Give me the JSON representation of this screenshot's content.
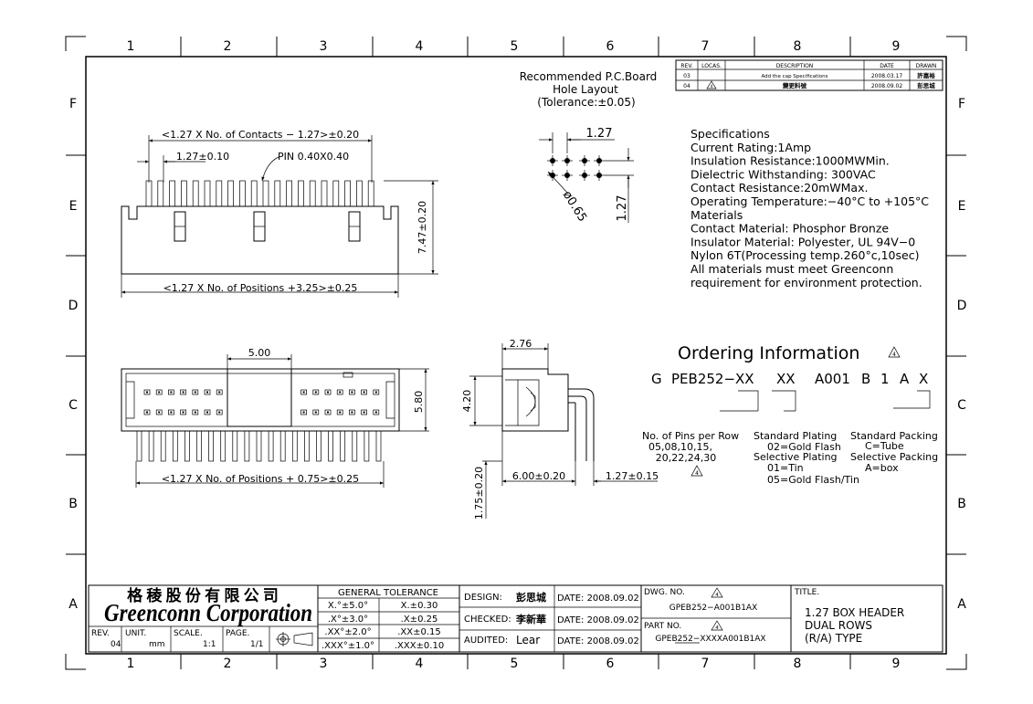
{
  "border": {
    "columns": [
      "1",
      "2",
      "3",
      "4",
      "5",
      "6",
      "7",
      "8",
      "9"
    ],
    "rows": [
      "F",
      "E",
      "D",
      "C",
      "B",
      "A"
    ]
  },
  "revision_table": {
    "headers": [
      "REV.",
      "LOCAS.",
      "DESCRIPTION",
      "DATE",
      "DRAWN"
    ],
    "rows": [
      {
        "rev": "03",
        "locas": "",
        "description": "Add the cap Specifications",
        "date": "2008.03.17",
        "drawn": "許嘉裕"
      },
      {
        "rev": "04",
        "locas": "4",
        "description": "變更料號",
        "date": "2008.09.02",
        "drawn": "彭思城"
      }
    ]
  },
  "pcb_layout": {
    "title_line1": "Recommended P.C.Board",
    "title_line2": "Hole Layout",
    "tolerance": "(Tolerance:±0.05)",
    "pitch_h": "1.27",
    "pitch_v": "1.27",
    "hole_dia": "ø0.65"
  },
  "specifications": {
    "lines": [
      "Specifications",
      "Current Rating:1Amp",
      "Insulation Resistance:1000MWMin.",
      "Dielectric Withstanding:  300VAC",
      "Contact Resistance:20mWMax.",
      "Operating Temperature:−40°C to +105°C",
      "Materials",
      "Contact Material: Phosphor Bronze",
      "Insulator Material: Polyester, UL 94V−0",
      "Nylon 6T(Processing temp.260°c,10sec)",
      "All materials must meet Greenconn",
      "requirement for environment protection."
    ]
  },
  "front_view": {
    "dim_contacts": "<1.27 X No. of Contacts − 1.27>±0.20",
    "dim_pitch": "1.27±0.10",
    "pin_note": "PIN 0.40X0.40",
    "dim_height": "7.47±0.20",
    "dim_positions": "<1.27 X No. of Positions +3.25>±0.25"
  },
  "top_view": {
    "dim_width": "5.00",
    "dim_depth": "5.80",
    "dim_positions": "<1.27 X No. of Positions + 0.75>±0.25"
  },
  "side_view": {
    "dim_top": "2.76",
    "dim_height": "4.20",
    "dim_length": "6.00±0.20",
    "dim_pitch": "1.27±0.15",
    "dim_tail": "1.75±0.20"
  },
  "ordering": {
    "title": "Ordering Information",
    "rev_mark": "4",
    "code_parts": [
      "G",
      "PEB252−XX",
      "XX",
      "A001",
      "B",
      "1",
      "A",
      "X"
    ],
    "pins_label": "No. of Pins per Row",
    "pins_values_1": "05,08,10,15,",
    "pins_values_2": "20,22,24,30",
    "pins_rev_mark": "4",
    "std_plating": "Standard Plating",
    "std_plating_val": "02=Gold Flash",
    "sel_plating": "Selective Plating",
    "sel_plating_val1": "01=Tin",
    "sel_plating_val2": "05=Gold Flash/Tin",
    "std_packing": "Standard Packing",
    "std_packing_val": "C=Tube",
    "sel_packing": "Selective Packing",
    "sel_packing_val": "A=box"
  },
  "title_block": {
    "company_cn": "格 稜 股 份 有 限 公 司",
    "company_en": "Greenconn Corporation",
    "rev_label": "REV.",
    "rev_value": "04",
    "unit_label": "UNIT.",
    "unit_value": "mm",
    "scale_label": "SCALE.",
    "scale_value": "1:1",
    "page_label": "PAGE.",
    "page_value": "1/1",
    "tolerance_title": "GENERAL  TOLERANCE",
    "tolerance": [
      [
        "X.°±5.0°",
        "X.±0.30"
      ],
      [
        ".X°±3.0°",
        ".X±0.25"
      ],
      [
        ".XX°±2.0°",
        ".XX±0.15"
      ],
      [
        ".XXX°±1.0°",
        ".XXX±0.10"
      ]
    ],
    "design_label": "DESIGN:",
    "design_name": "彭思城",
    "design_date": "DATE: 2008.09.02",
    "checked_label": "CHECKED:",
    "checked_name": "李新華",
    "checked_date": "DATE: 2008.09.02",
    "audited_label": "AUDITED:",
    "audited_name": "Lear",
    "audited_date": "DATE: 2008.09.02",
    "dwg_label": "DWG. NO.",
    "dwg_mark": "4",
    "dwg_value": "GPEB252−A001B1AX",
    "part_label": "PART NO.",
    "part_mark": "4",
    "part_value": "GPEB252−XXXXA001B1AX",
    "title_label": "TITLE.",
    "title_line1": "1.27 BOX HEADER",
    "title_line2": "DUAL ROWS",
    "title_line3": "(R/A) TYPE"
  }
}
